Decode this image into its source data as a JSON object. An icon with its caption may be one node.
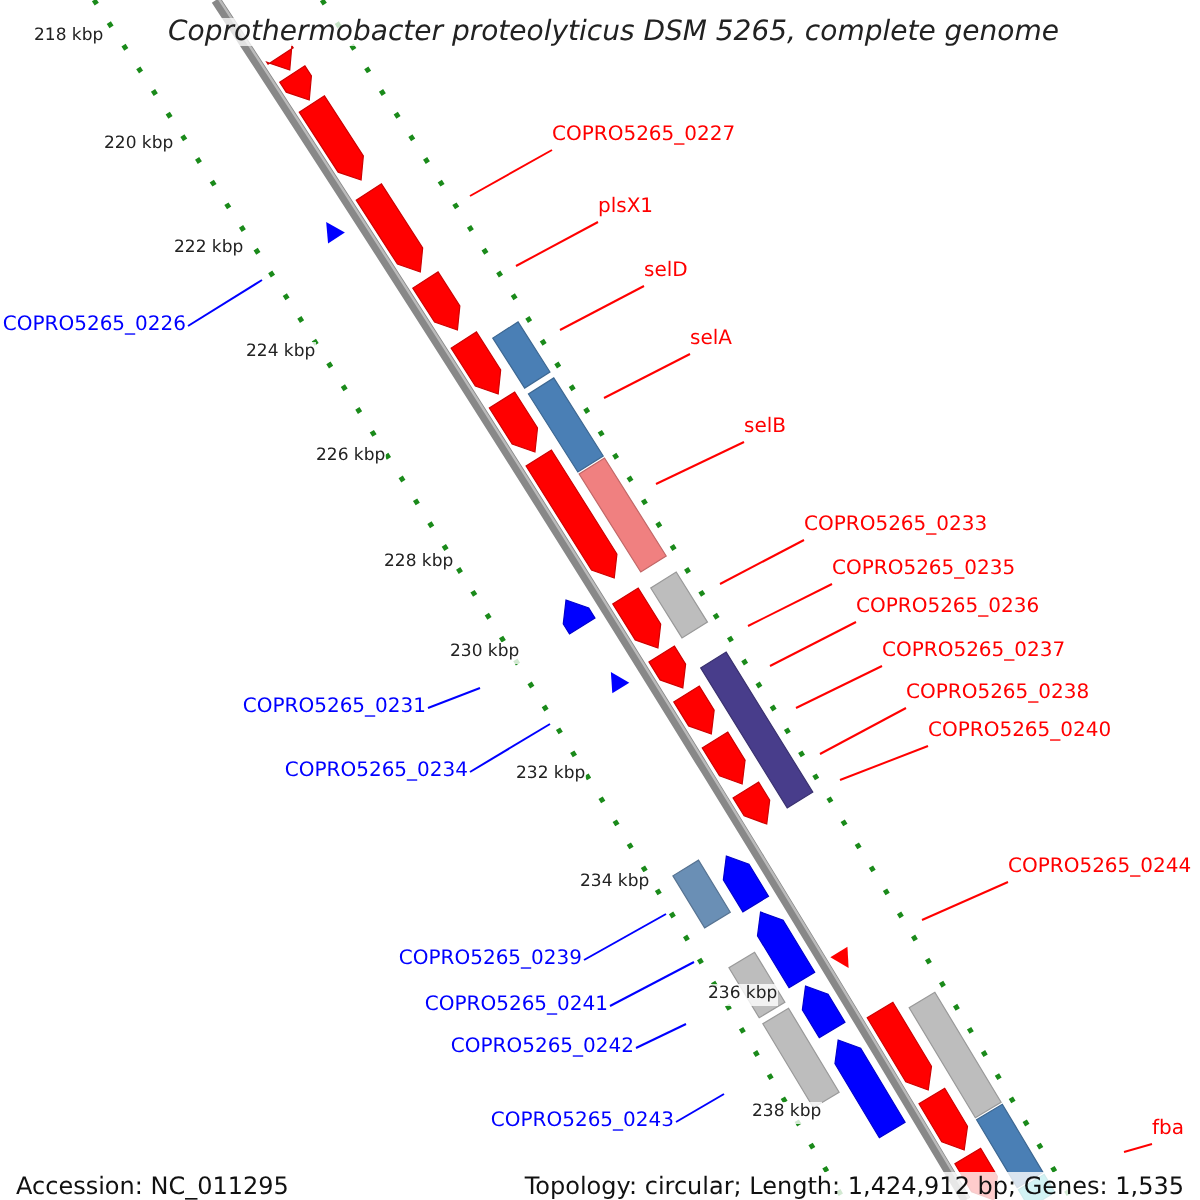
{
  "diagram": {
    "title": "Coprothermobacter proteolyticus DSM 5265, complete genome",
    "nodes": [
      {
        "text": [
          "COPRO5265_0227"
        ]
      },
      {
        "text": [
          "plsX1"
        ]
      },
      {
        "text": [
          "selD"
        ]
      },
      {
        "text": [
          "COPRO5265_0226"
        ]
      },
      {
        "text": [
          "selA"
        ]
      },
      {
        "text": [
          "selB"
        ]
      },
      {
        "text": [
          "COPRO5265_0233"
        ]
      },
      {
        "text": [
          "COPRO5265_0235"
        ]
      },
      {
        "text": [
          "COPRO5265_0236"
        ]
      },
      {
        "text": [
          "COPRO5265_0237"
        ]
      },
      {
        "text": [
          "COPRO5265_0238"
        ]
      },
      {
        "text": [
          "COPRO5265_0231"
        ]
      },
      {
        "text": [
          "COPRO5265_0240"
        ]
      },
      {
        "text": [
          "COPRO5265_0234"
        ]
      },
      {
        "text": [
          "COPRO5265_0244"
        ]
      },
      {
        "text": [
          "COPRO5265_0239"
        ]
      },
      {
        "text": [
          "COPRO5265_0241"
        ]
      },
      {
        "text": [
          "COPRO5265_0242"
        ]
      },
      {
        "text": [
          "COPRO5265_0243"
        ]
      },
      {
        "text": [
          "fba"
        ]
      }
    ],
    "edges": [
      {
        "from": 0,
        "to": null,
        "arrow": "none"
      },
      {
        "from": 1,
        "to": null,
        "arrow": "none"
      },
      {
        "from": 2,
        "to": null,
        "arrow": "none"
      },
      {
        "from": 3,
        "to": null,
        "arrow": "none",
        "color": "#0000ff"
      },
      {
        "from": 4,
        "to": null,
        "arrow": "none"
      },
      {
        "from": 5,
        "to": null,
        "arrow": "none"
      },
      {
        "from": 6,
        "to": null,
        "arrow": "none"
      },
      {
        "from": 7,
        "to": null,
        "arrow": "none"
      },
      {
        "from": 8,
        "to": null,
        "arrow": "none"
      },
      {
        "from": 9,
        "to": null,
        "arrow": "none"
      },
      {
        "from": 10,
        "to": null,
        "arrow": "none"
      },
      {
        "from": 11,
        "to": null,
        "arrow": "none",
        "color": "#0000ff"
      },
      {
        "from": 12,
        "to": null,
        "arrow": "none"
      },
      {
        "from": 13,
        "to": null,
        "arrow": "none",
        "color": "#0000ff"
      },
      {
        "from": 14,
        "to": null,
        "arrow": "none"
      },
      {
        "from": 15,
        "to": null,
        "arrow": "none",
        "color": "#0000ff"
      },
      {
        "from": 16,
        "to": null,
        "arrow": "none",
        "color": "#0000ff"
      },
      {
        "from": 17,
        "to": null,
        "arrow": "none",
        "color": "#0000ff"
      },
      {
        "from": 18,
        "to": null,
        "arrow": "none",
        "color": "#0000ff"
      },
      {
        "from": 19,
        "to": null,
        "arrow": "none"
      }
    ],
    "labels": [
      "218 kbp",
      "220 kbp",
      "222 kbp",
      "224 kbp",
      "226 kbp",
      "228 kbp",
      "230 kbp",
      "232 kbp",
      "234 kbp",
      "236 kbp",
      "238 kbp",
      "Accession: NC_011295",
      "Topology: circular; Length: 1,424,912 bp; Genes: 1,535"
    ]
  }
}
